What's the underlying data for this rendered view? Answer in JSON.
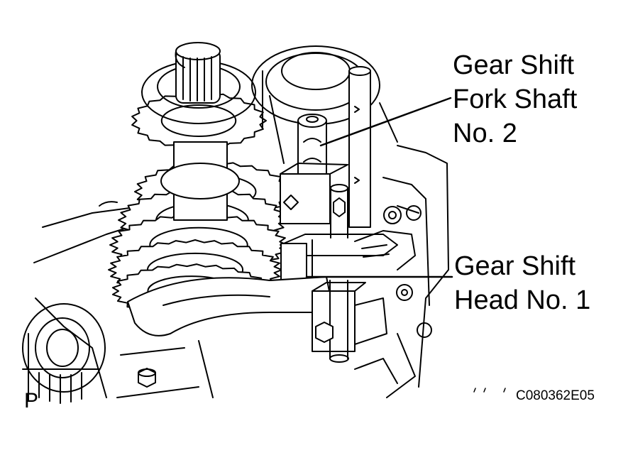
{
  "callouts": [
    {
      "id": "fork-shaft",
      "text": "Gear Shift\nFork Shaft\nNo. 2"
    },
    {
      "id": "shift-head",
      "text": "Gear Shift\nHead No. 1"
    }
  ],
  "figure_code": "C080362E05",
  "corner_letter": "P",
  "colors": {
    "ink": "#000000",
    "background": "#ffffff"
  }
}
